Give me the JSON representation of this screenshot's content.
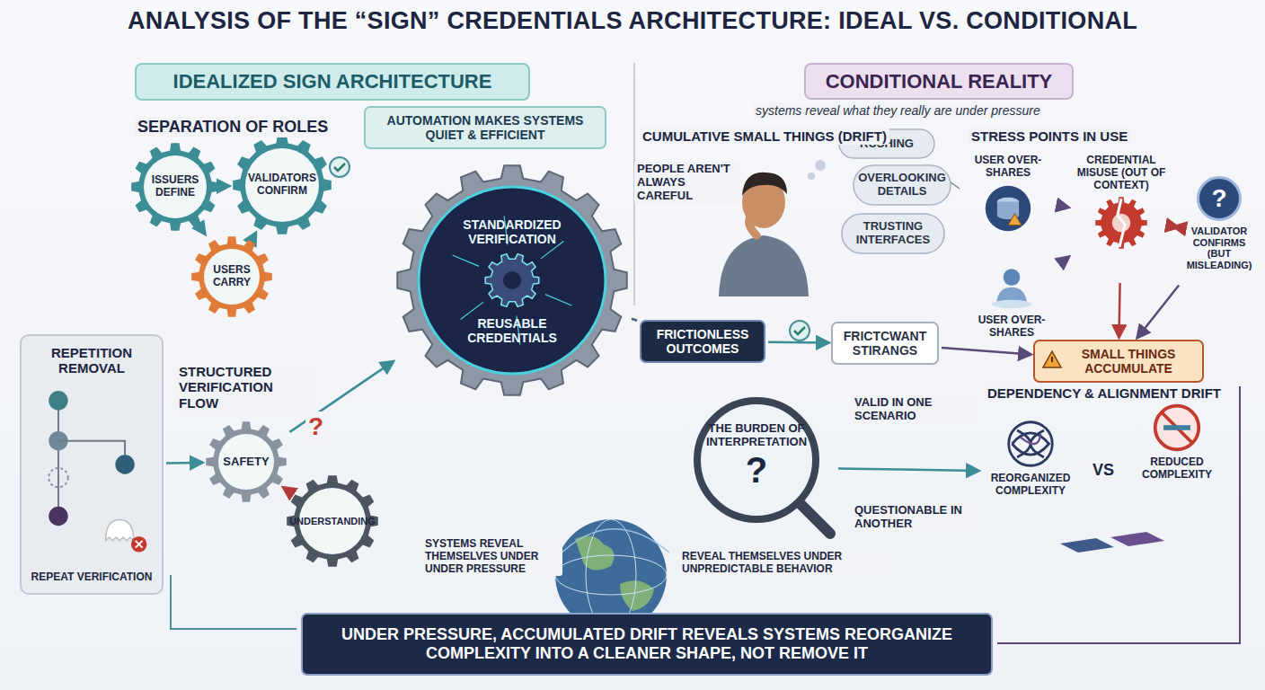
{
  "diagram": {
    "title": "ANALYSIS OF THE “SIGN” CREDENTIALS ARCHITECTURE: IDEAL VS. CONDITIONAL",
    "nodes": [
      {
        "text": [
          "IDEALIZED SIGN ARCHITECTURE"
        ]
      },
      {
        "text": [
          "CONDITIONAL REALITY"
        ]
      },
      {
        "text": [
          "ISSUERS DEFINE"
        ]
      },
      {
        "text": [
          "VALIDATORS CONFIRM"
        ]
      },
      {
        "text": [
          "USERS CARRY"
        ]
      },
      {
        "text": [
          "AUTOMATION MAKES SYSTEMS QUIET & EFFICIENT"
        ]
      },
      {
        "text": [
          "STANDARDIZED VERIFICATION",
          "REUSABLE CREDENTIALS"
        ]
      },
      {
        "text": [
          "FRICTIONLESS OUTCOMES"
        ]
      },
      {
        "text": [
          "FRICTCWANT STIRANGS"
        ]
      },
      {
        "text": [
          "REPETITION REMOVAL",
          "REPEAT VERIFICATION"
        ]
      },
      {
        "text": [
          "SAFETY"
        ]
      },
      {
        "text": [
          "UNDERSTANDING"
        ]
      },
      {
        "text": [
          "THE BURDEN OF INTERPRETATION",
          "?"
        ]
      },
      {
        "text": [
          "SMALL THINGS ACCUMULATE"
        ]
      },
      {
        "text": [
          "UNDER PRESSURE, ACCUMULATED DRIFT REVEALS SYSTEMS REORGANIZE COMPLEXITY INTO A CLEANER SHAPE, NOT REMOVE IT"
        ]
      },
      {
        "text": [
          "RUSHING"
        ]
      },
      {
        "text": [
          "OVERLOOKING DETAILS"
        ]
      },
      {
        "text": [
          "TRUSTING INTERFACES"
        ]
      },
      {
        "text": [
          "USER OVER-SHARES"
        ]
      },
      {
        "text": [
          "USER OVER-SHARES"
        ]
      },
      {
        "text": [
          "CREDENTIAL MISUSE (OUT OF CONTEXT)"
        ]
      },
      {
        "text": [
          "?",
          "VALIDATOR CONFIRMS (BUT MISLEADING)"
        ]
      },
      {
        "text": [
          "REORGANIZED COMPLEXITY"
        ]
      },
      {
        "text": [
          "REDUCED COMPLEXITY"
        ]
      }
    ],
    "edges": [
      {
        "from": 2,
        "to": 3,
        "arrow": "to"
      },
      {
        "from": 3,
        "to": 4,
        "arrow": "to"
      },
      {
        "from": 4,
        "to": 2,
        "arrow": "to"
      },
      {
        "from": 10,
        "to": 6,
        "arrow": "to"
      },
      {
        "from": 6,
        "to": 7,
        "arrow": "none"
      },
      {
        "from": 7,
        "to": 8,
        "arrow": "to"
      },
      {
        "from": 9,
        "to": 10,
        "arrow": "to"
      },
      {
        "from": 10,
        "to": 11,
        "arrow": "to"
      },
      {
        "from": 8,
        "to": 13,
        "arrow": "to"
      },
      {
        "from": 18,
        "to": 20,
        "arrow": "to"
      },
      {
        "from": 19,
        "to": 20,
        "arrow": "to"
      },
      {
        "from": 20,
        "to": 21,
        "arrow": "both"
      },
      {
        "from": 20,
        "to": 13,
        "arrow": "to"
      },
      {
        "from": 21,
        "to": 13,
        "arrow": "to"
      },
      {
        "from": 12,
        "to": 22,
        "arrow": "to"
      }
    ],
    "labels": [
      "SEPARATION OF ROLES",
      "STRUCTURED VERIFICATION FLOW",
      "?",
      "systems reveal what they really are under pressure",
      "CUMULATIVE SMALL THINGS (DRIFT)",
      "PEOPLE AREN'T ALWAYS CAREFUL",
      "STRESS POINTS IN USE",
      "VALID IN ONE SCENARIO",
      "QUESTIONABLE IN ANOTHER",
      "DEPENDENCY & ALIGNMENT DRIFT",
      "VS",
      "SYSTEMS REVEAL THEMSELVES UNDER UNDER PRESSURE",
      "REVEAL THEMSELVES UNDER UNPREDICTABLE BEHAVIOR"
    ]
  }
}
